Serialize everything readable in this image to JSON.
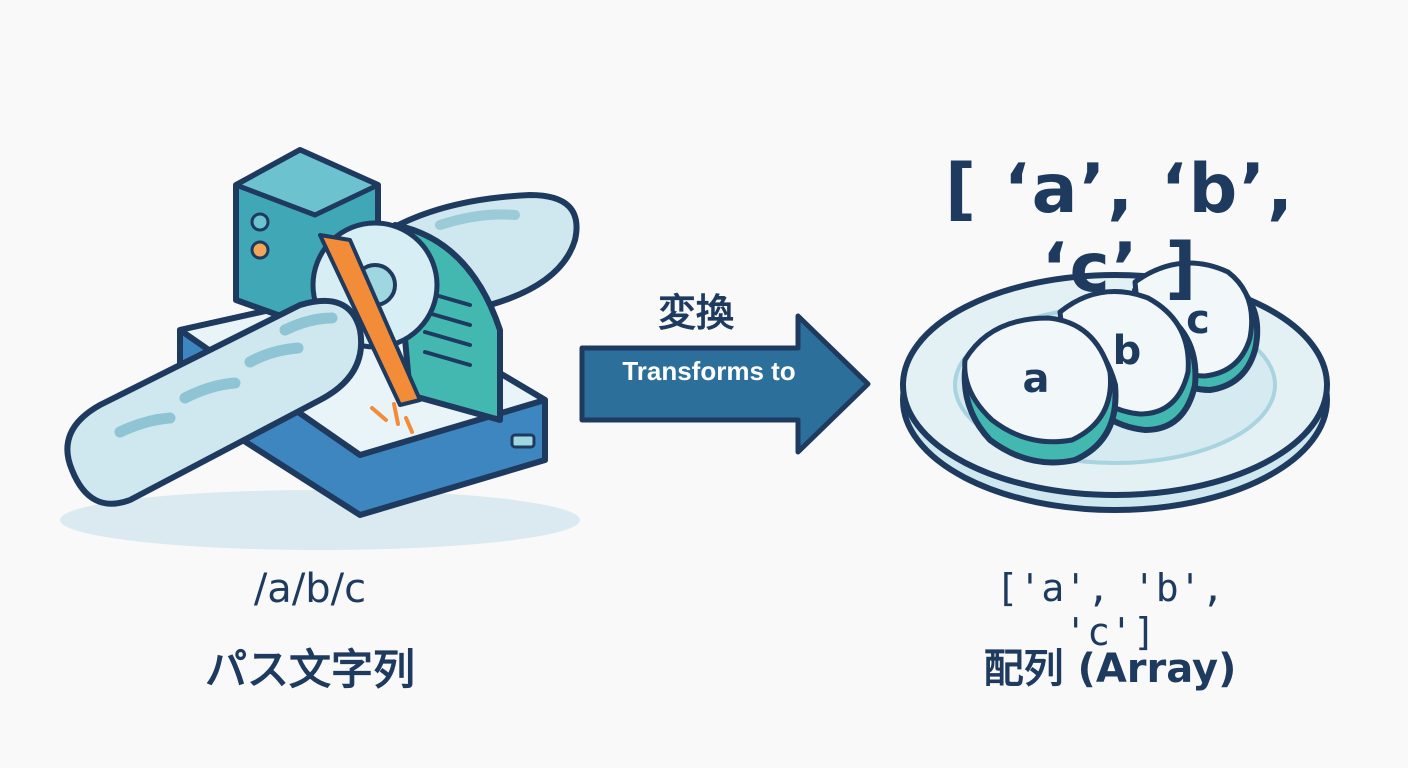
{
  "arrow": {
    "label_top": "変換",
    "label_inner": "Transforms to"
  },
  "input": {
    "path": "/a/b/c",
    "description": "パス文字列"
  },
  "output": {
    "array_big": "[ ‘a’, ‘b’, ‘c’ ]",
    "array": "['a', 'b', 'c']",
    "description": "配列 (Array)",
    "slices": [
      "a",
      "b",
      "c"
    ]
  },
  "colors": {
    "outline": "#1f3a5f",
    "bread": "#cfe8ef",
    "machine_teal": "#3fa7b5",
    "machine_blue": "#2c6fa8",
    "blade_orange": "#f28c38",
    "arrow_fill": "#2b6f9a",
    "plate": "#e3f1f5"
  }
}
